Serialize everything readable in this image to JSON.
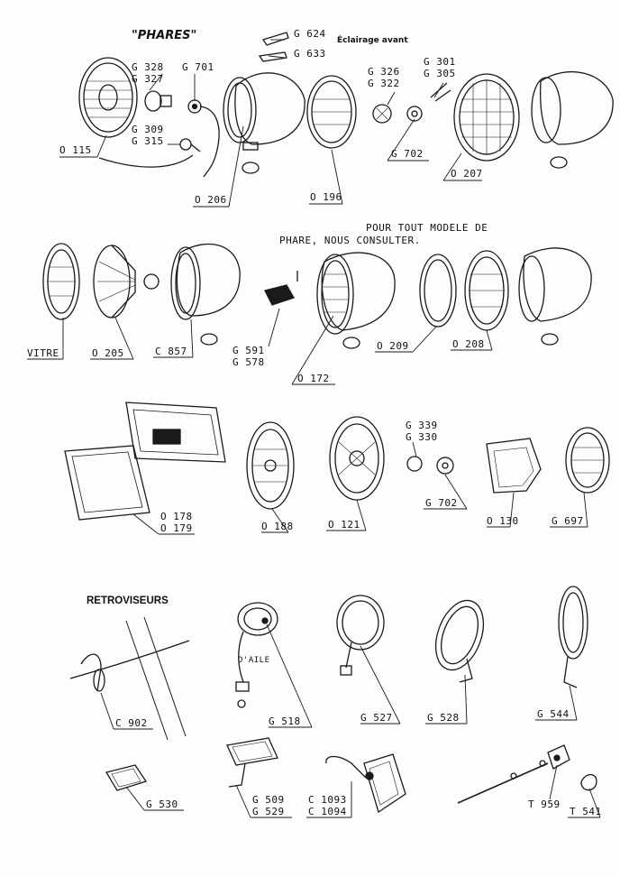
{
  "header": {
    "title": "\"PHARES\"",
    "subtitle": "Éclairage avant"
  },
  "note": {
    "line1": "POUR TOUT MODELE DE",
    "line2": "PHARE, NOUS CONSULTER."
  },
  "section_retro": "RETROVISEURS",
  "parts": {
    "g624": "G 624",
    "g633": "G 633",
    "g328": "G 328",
    "g327": "G 327",
    "g701": "G 701",
    "g309": "G 309",
    "g315": "G 315",
    "o115": "O 115",
    "o206": "O 206",
    "o196": "O 196",
    "g326": "G 326",
    "g322": "G 322",
    "g301": "G 301",
    "g305": "G 305",
    "g702a": "G 702",
    "o207": "O 207",
    "vitre": "VITRE",
    "o205": "O 205",
    "c857": "C 857",
    "g591": "G 591",
    "g578": "G 578",
    "o172": "O 172",
    "o209": "O 209",
    "o208": "O 208",
    "o178": "O 178",
    "o179": "O 179",
    "o188": "O 188",
    "o121": "O 121",
    "g339": "G 339",
    "g330": "G 330",
    "g702b": "G 702",
    "o130": "O 130",
    "g697": "G 697",
    "dail": "D'AILE",
    "c902": "C 902",
    "g518": "G 518",
    "g527": "G 527",
    "g528": "G 528",
    "g544": "G 544",
    "g530": "G 530",
    "g509": "G 509",
    "g529": "G 529",
    "c1093": "C 1093",
    "c1094": "C 1094",
    "t959": "T 959",
    "t541": "T 541"
  }
}
